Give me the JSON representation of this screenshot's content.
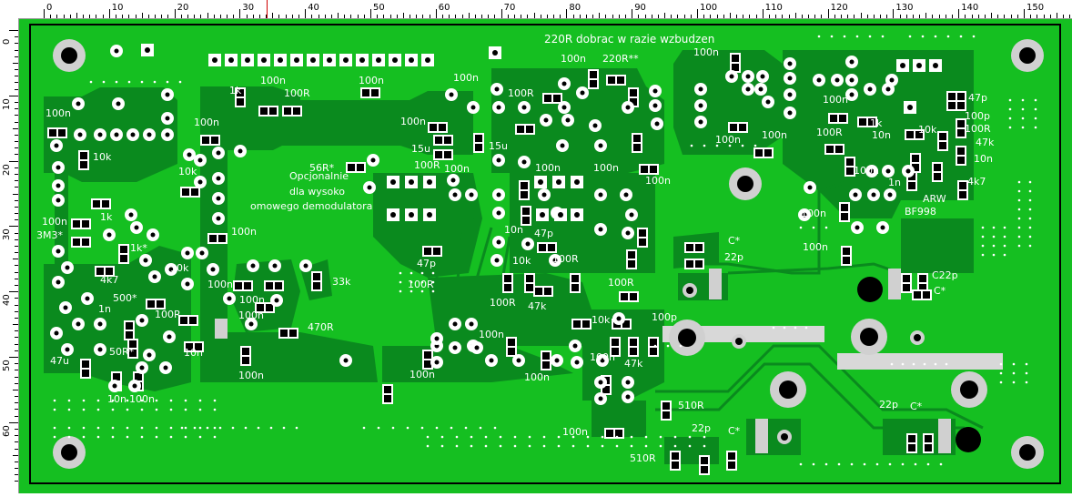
{
  "ruler": {
    "unit": "mm",
    "top_ticks": [
      "0",
      "10",
      "20",
      "30",
      "40",
      "50",
      "60",
      "70",
      "80",
      "90",
      "100",
      "110",
      "120",
      "130",
      "140",
      "150"
    ],
    "left_ticks": [
      "0",
      "10",
      "20",
      "30",
      "40",
      "50",
      "60"
    ]
  },
  "colors": {
    "board": "#15bf21",
    "copper": "#0a8a1e",
    "pad": "#c9c9c9",
    "outline": "#000000"
  },
  "labels": {
    "note_220r": "220R dobrac w razie wzbudzen",
    "opt1": "Opcjonalnie",
    "opt2": "dla wysoko",
    "opt3": "omowego demodulatora",
    "l_56r": "56R*",
    "l_220r2": "220R**",
    "arw": "ARW",
    "bf998": "BF998",
    "c_100n": "100n",
    "c_10k": "10k",
    "c_1k": "1k",
    "c_3m3": "3M3*",
    "c_1k2": "1k*",
    "c_4k7": "4k7",
    "c_500": "500*",
    "c_1n": "1n",
    "c_50r": "50R*",
    "c_47u": "47u",
    "c_10n": "10n",
    "c_100r": "100R",
    "c_33k": "33k",
    "c_470r": "470R",
    "c_15u": "15u",
    "c_47p": "47p",
    "c_47k": "47k",
    "c_100p": "100p",
    "c_510r": "510R",
    "c_22p": "22p",
    "c_cstar": "C*",
    "c_c22p": "C22p",
    "c_22pc": "C22p C*",
    "c_c22pc2": "C22p  C*"
  }
}
